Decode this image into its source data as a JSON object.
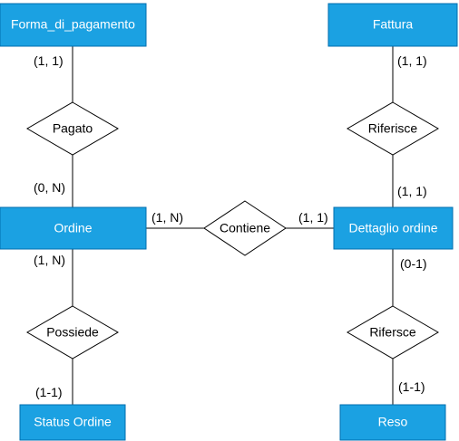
{
  "entities": {
    "forma_di_pagamento": "Forma_di_pagamento",
    "fattura": "Fattura",
    "ordine": "Ordine",
    "dettaglio_ordine": "Dettaglio ordine",
    "status_ordine": "Status Ordine",
    "reso": "Reso"
  },
  "relationships": {
    "pagato": "Pagato",
    "riferisce": "Riferisce",
    "contiene": "Contiene",
    "possiede": "Possiede",
    "riferisce_reso": "Rifersce"
  },
  "cardinalities": {
    "forma_pagato": "(1, 1)",
    "ordine_pagato": "(0, N)",
    "fattura_riferisce": "(1, 1)",
    "dettaglio_riferisce": "(1, 1)",
    "ordine_contiene": "(1, N)",
    "dettaglio_contiene": "(1, 1)",
    "ordine_possiede": "(1, N)",
    "status_possiede": "(1-1)",
    "dettaglio_rifersce": "(0-1)",
    "reso_rifersce": "(1-1)"
  },
  "colors": {
    "entity_fill": "#1ba1e2",
    "entity_stroke": "#006eaf",
    "entity_text": "#ffffff",
    "relationship_stroke": "#000000"
  }
}
